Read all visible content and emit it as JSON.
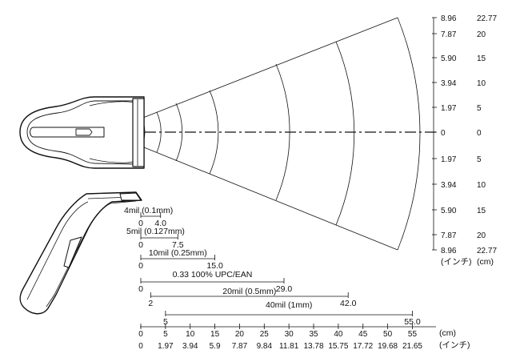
{
  "right_axis": {
    "inch_labels": [
      "8.96",
      "7.87",
      "5.90",
      "3.94",
      "1.97",
      "0",
      "1.97",
      "3.94",
      "5.90",
      "7.87",
      "8.96"
    ],
    "cm_labels": [
      "22.77",
      "20",
      "15",
      "10",
      "5",
      "0",
      "5",
      "10",
      "15",
      "20",
      "22.77"
    ],
    "inch_unit": "(インチ)",
    "cm_unit": "(cm)"
  },
  "bottom_axis": {
    "cm_ticks": [
      "0",
      "5",
      "10",
      "15",
      "20",
      "25",
      "30",
      "35",
      "40",
      "45",
      "50",
      "55"
    ],
    "inch_ticks": [
      "0",
      "1.97",
      "3.94",
      "5.9",
      "7.87",
      "9.84",
      "11.81",
      "13.78",
      "15.75",
      "17.72",
      "19.68",
      "21.65"
    ],
    "cm_unit": "(cm)",
    "inch_unit": "(インチ)"
  },
  "ranges": [
    {
      "label": "4mil (0.1mm)",
      "near": "0",
      "far": "4.0",
      "near_cm": 0,
      "far_cm": 4.0
    },
    {
      "label": "5mil (0.127mm)",
      "near": "0",
      "far": "7.5",
      "near_cm": 0,
      "far_cm": 7.5
    },
    {
      "label": "10mil (0.25mm)",
      "near": "0",
      "far": "15.0",
      "near_cm": 0,
      "far_cm": 15.0
    },
    {
      "label": "0.33 100% UPC/EAN",
      "near": "0",
      "far": "29.0",
      "near_cm": 0,
      "far_cm": 29.0
    },
    {
      "label": "20mil (0.5mm)",
      "near": "2",
      "far": "42.0",
      "near_cm": 2,
      "far_cm": 42.0
    },
    {
      "label": "40mil (1mm)",
      "near": "5",
      "far": "55.0",
      "near_cm": 5,
      "far_cm": 55.0
    }
  ],
  "colors": {
    "line": "#111111",
    "scanner_fill": "#ffffff"
  }
}
